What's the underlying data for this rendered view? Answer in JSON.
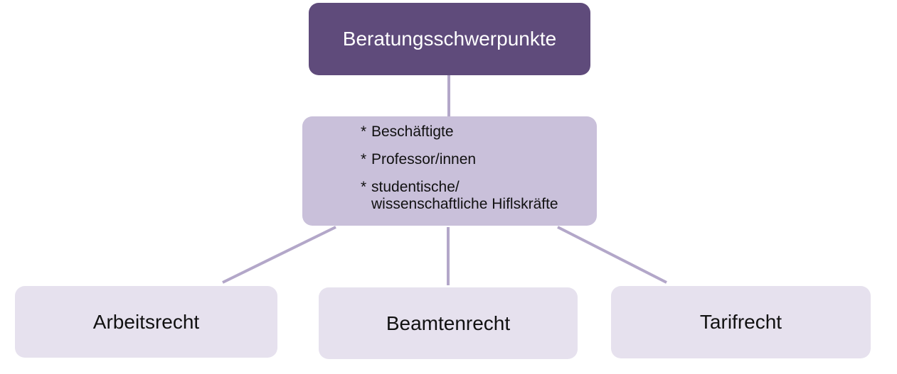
{
  "diagram": {
    "root": {
      "label": "Beratungsschwerpunkte"
    },
    "middle": {
      "items": [
        {
          "bullet": "*",
          "text": "Beschäftigte"
        },
        {
          "bullet": "*",
          "text": "Professor/innen"
        },
        {
          "bullet": "*",
          "text": "studentische/\nwissenschaftliche Hiflskräfte"
        }
      ]
    },
    "leaves": [
      {
        "label": "Arbeitsrecht"
      },
      {
        "label": "Beamtenrecht"
      },
      {
        "label": "Tarifrecht"
      }
    ]
  },
  "colors": {
    "root_fill": "#5f4b7b",
    "middle_fill": "#c9c0da",
    "leaf_fill": "#e6e1ee",
    "connector": "#b3a7c9"
  }
}
